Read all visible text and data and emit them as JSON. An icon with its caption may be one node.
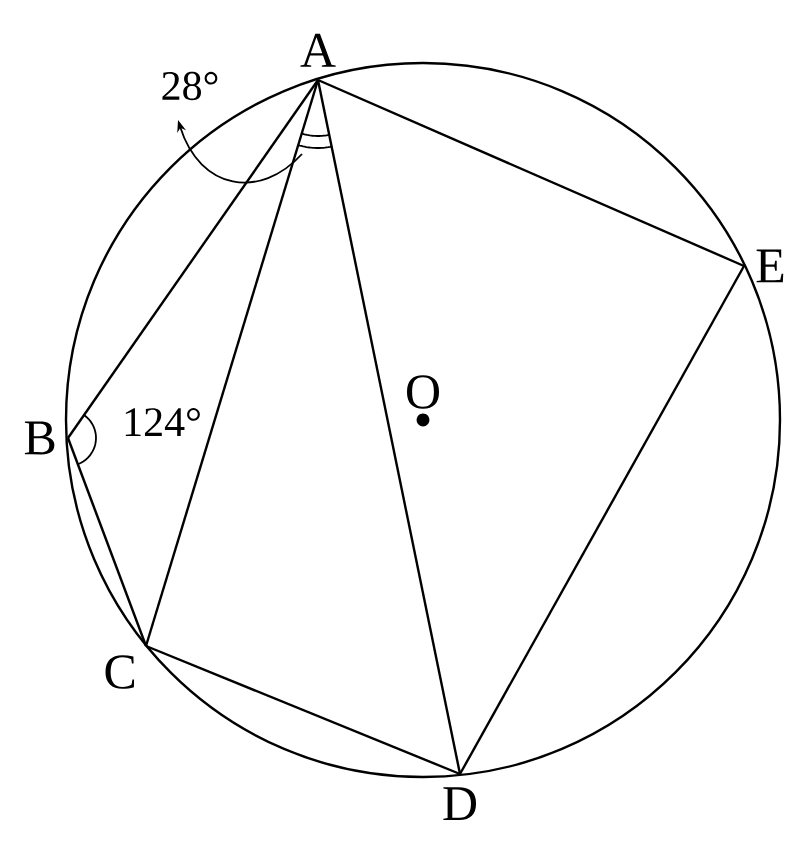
{
  "diagram": {
    "nodes": [
      {
        "text": [
          "A"
        ]
      },
      {
        "text": [
          "B"
        ]
      },
      {
        "text": [
          "C"
        ]
      },
      {
        "text": [
          "D"
        ]
      },
      {
        "text": [
          "E"
        ]
      },
      {
        "text": [
          "O"
        ]
      }
    ],
    "edges": [
      {
        "from": 0,
        "to": 1,
        "arrow": "none"
      },
      {
        "from": 0,
        "to": 2,
        "arrow": "none"
      },
      {
        "from": 0,
        "to": 3,
        "arrow": "none"
      },
      {
        "from": 0,
        "to": 4,
        "arrow": "none"
      },
      {
        "from": 1,
        "to": 2,
        "arrow": "none"
      },
      {
        "from": 2,
        "to": 3,
        "arrow": "none"
      },
      {
        "from": 3,
        "to": 4,
        "arrow": "none"
      }
    ],
    "labels": [
      "28°",
      "124°"
    ]
  }
}
